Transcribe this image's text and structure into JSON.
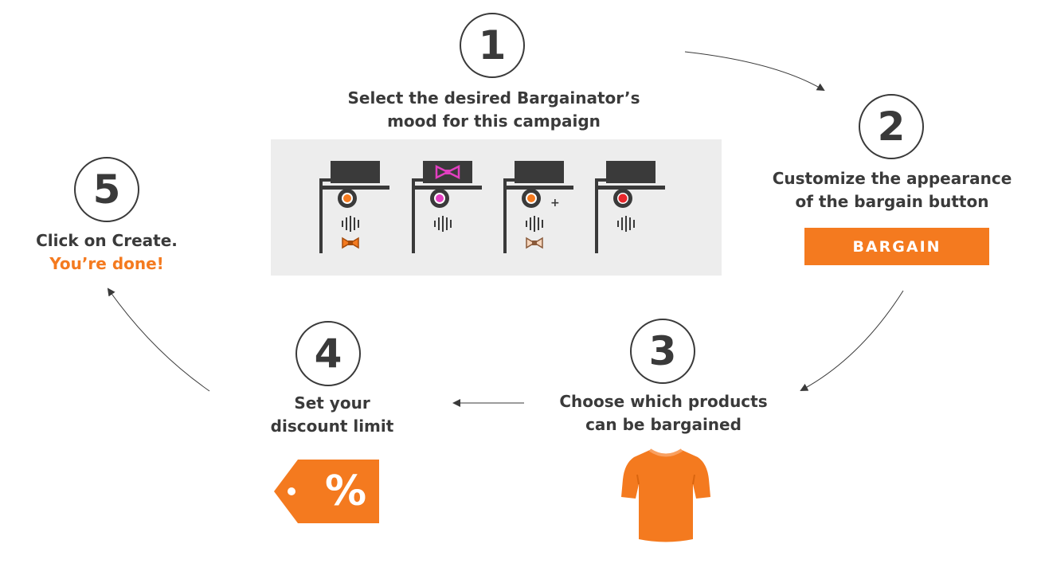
{
  "steps": [
    {
      "number": "1",
      "line1": "Select the desired Bargainator’s",
      "line2": "mood for this campaign"
    },
    {
      "number": "2",
      "line1": "Customize the appearance",
      "line2": "of the bargain button"
    },
    {
      "number": "3",
      "line1": "Choose which products",
      "line2": "can be bargained"
    },
    {
      "number": "4",
      "line1": "Set your",
      "line2": "discount limit"
    },
    {
      "number": "5",
      "line1": "Click on Create.",
      "line2": "You’re done!"
    }
  ],
  "bargain_button": {
    "label": "BARGAIN"
  },
  "colors": {
    "accent": "#f47a1f",
    "text": "#3a3a3a",
    "panel": "#ededed",
    "bow_pink": "#e23fc0",
    "eye_red": "#e8262b"
  },
  "moods": [
    "orange-bow-tie",
    "pink-bow-tie-on-hat",
    "orange-eye-plus",
    "red-eye"
  ],
  "icons": {
    "product": "t-shirt-icon",
    "discount": "percent-tag-icon"
  },
  "tag_text": "%"
}
